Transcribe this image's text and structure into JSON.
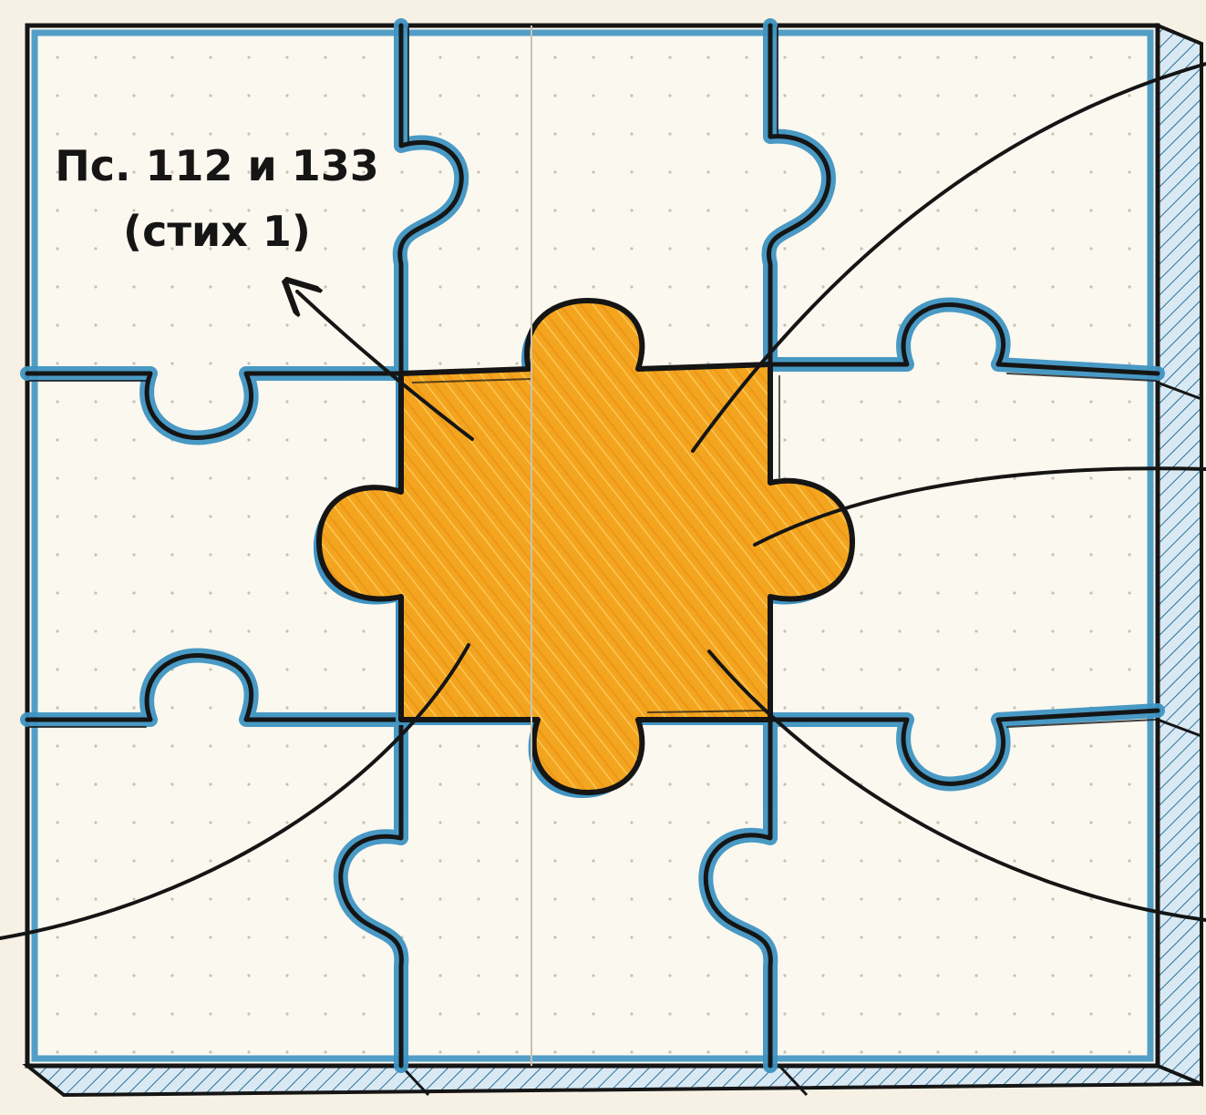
{
  "annotation": {
    "line1": "Пс. 112 и 133",
    "line2": "(стих 1)"
  },
  "colors": {
    "paper": "#f6f1e4",
    "dot": "#b9b3a6",
    "piece_fill": "#fbf8ef",
    "blue_edge": "#3f93c2",
    "ink": "#151515",
    "center_fill": "#f3a51f",
    "center_highlight": "#ffd36b",
    "side_fill": "#d9e9f3"
  },
  "pieces": [
    {
      "name": "piece-top-left"
    },
    {
      "name": "piece-top-middle"
    },
    {
      "name": "piece-top-right"
    },
    {
      "name": "piece-middle-left"
    },
    {
      "name": "piece-center-highlighted"
    },
    {
      "name": "piece-middle-right"
    },
    {
      "name": "piece-bottom-left"
    },
    {
      "name": "piece-bottom-middle"
    },
    {
      "name": "piece-bottom-right"
    }
  ]
}
